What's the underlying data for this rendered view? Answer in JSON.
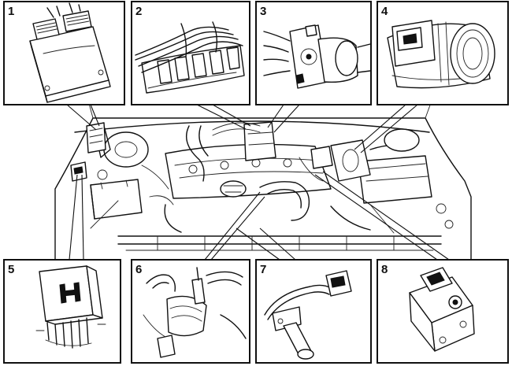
{
  "callouts": [
    {
      "number": "1"
    },
    {
      "number": "2"
    },
    {
      "number": "3"
    },
    {
      "number": "4"
    },
    {
      "number": "5"
    },
    {
      "number": "6"
    },
    {
      "number": "7"
    },
    {
      "number": "8"
    }
  ],
  "colors": {
    "ink": "#111111",
    "paper": "#ffffff"
  }
}
